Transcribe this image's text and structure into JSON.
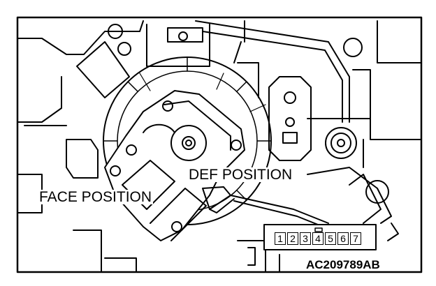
{
  "labels": {
    "face_position": "FACE POSITION",
    "def_position": "DEF POSITION",
    "figure_code": "AC209789AB"
  },
  "connector": {
    "pins": [
      "1",
      "2",
      "3",
      "4",
      "5",
      "6",
      "7"
    ]
  },
  "colors": {
    "line": "#000000",
    "background": "#ffffff"
  }
}
